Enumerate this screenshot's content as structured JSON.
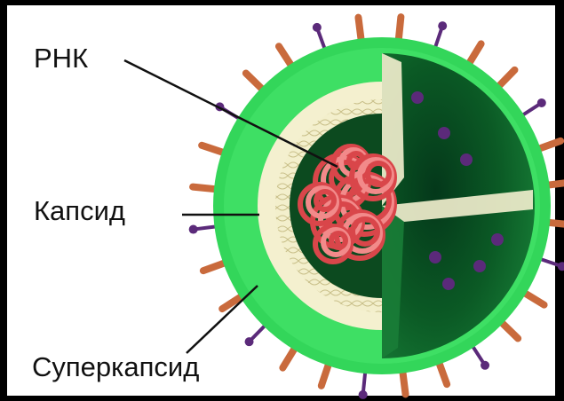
{
  "labels": {
    "rna": "РНК",
    "capsid": "Капсид",
    "supercapsid": "Суперкапсид"
  },
  "colors": {
    "background": "#000000",
    "panel": "#ffffff",
    "envelope_light": "#35e05a",
    "envelope_dark": "#0e6b2a",
    "capsid_layer": "#f4f0cf",
    "rna": "#d9464a",
    "spike_orange": "#c96a3c",
    "spike_purple": "#5b2a7a"
  }
}
